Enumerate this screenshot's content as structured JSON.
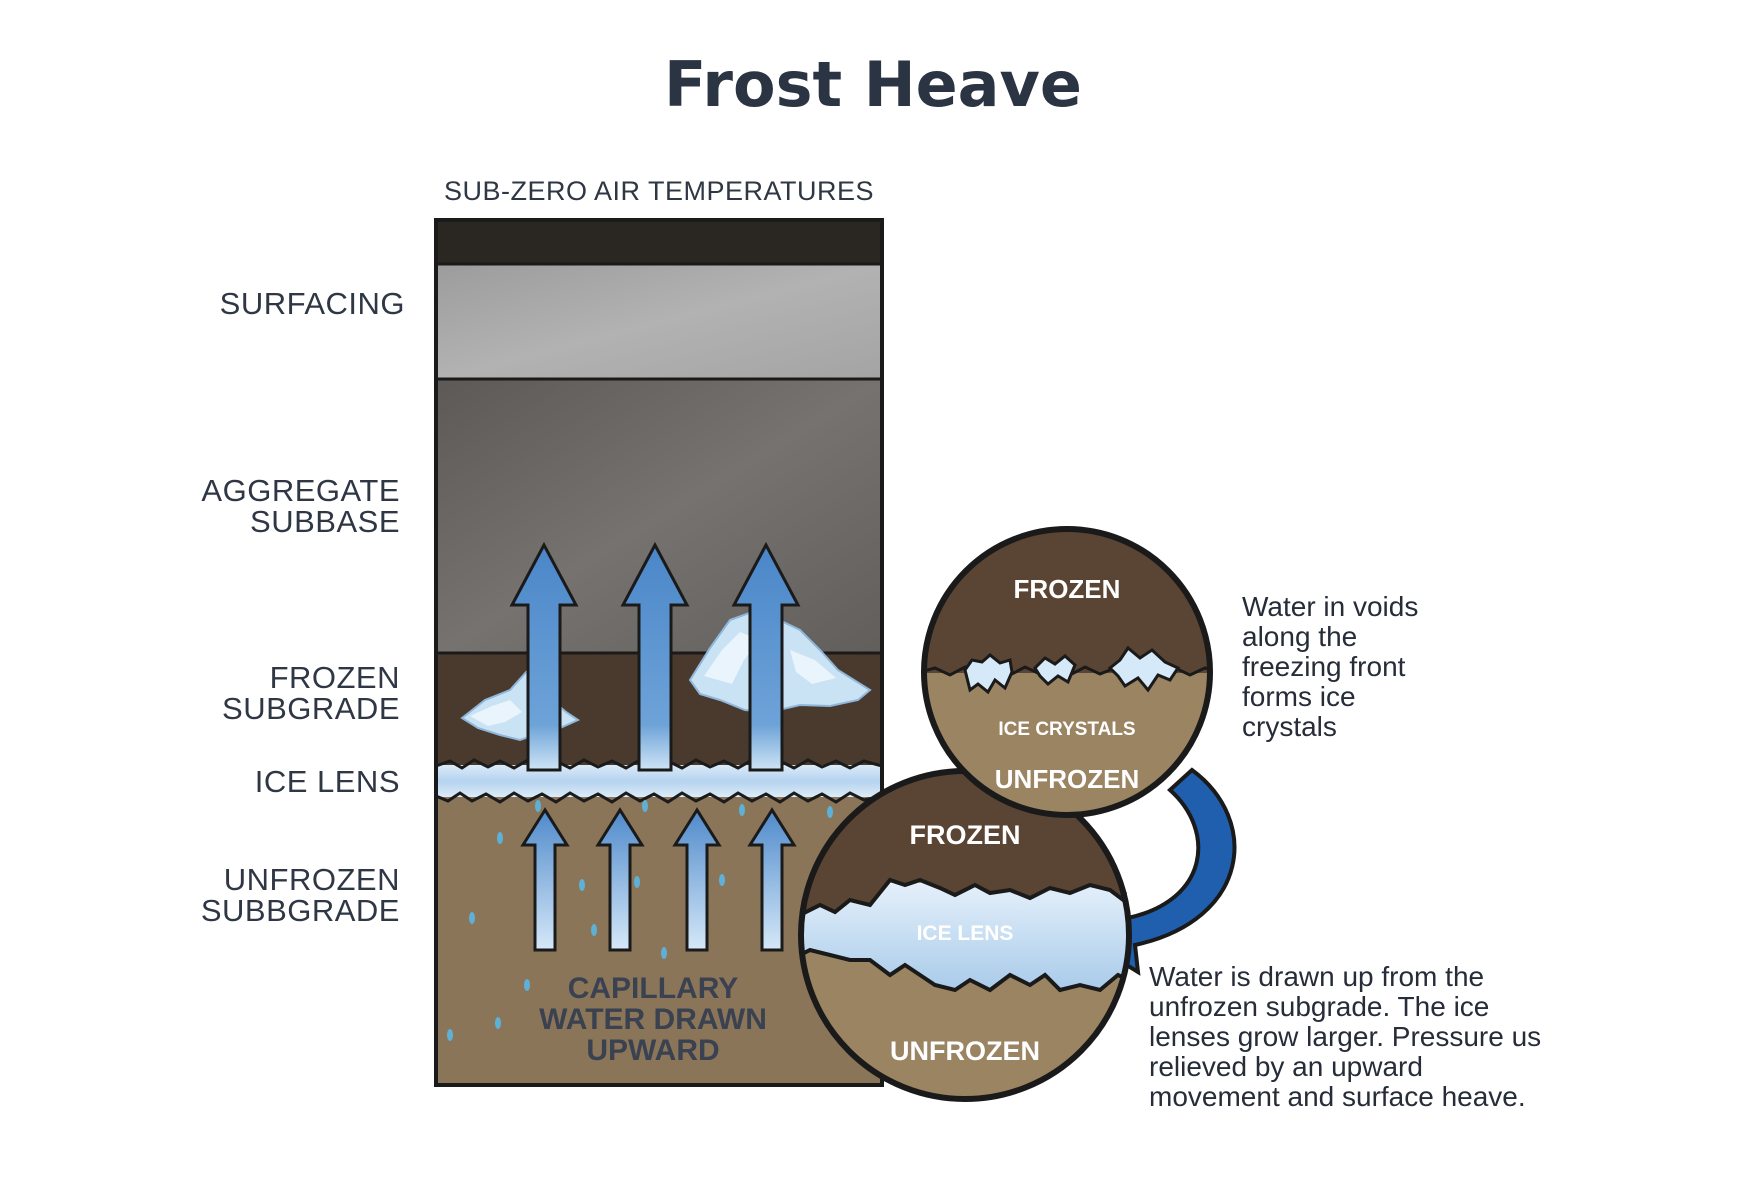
{
  "title": "Frost Heave",
  "top_label": "SUB-ZERO AIR TEMPERATURES",
  "layers": {
    "surfacing": [
      "SURFACING"
    ],
    "aggregate_subbase": [
      "AGGREGATE",
      "SUBBASE"
    ],
    "frozen_subgrade": [
      "FROZEN",
      "SUBGRADE"
    ],
    "ice_lens": [
      "ICE LENS"
    ],
    "unfrozen_subgrade": [
      "UNFROZEN",
      "SUBBGRADE"
    ]
  },
  "capillary_label": [
    "CAPILLARY",
    "WATER DRAWN",
    "UPWARD"
  ],
  "circle_top": {
    "frozen": "FROZEN",
    "ice_crystals": "ICE CRYSTALS",
    "unfrozen": "UNFROZEN"
  },
  "circle_bottom": {
    "frozen": "FROZEN",
    "ice_lens": "ICE LENS",
    "unfrozen": "UNFROZEN"
  },
  "note_top": [
    "Water in voids",
    "along the",
    "freezing front",
    "forms ice",
    "crystals"
  ],
  "note_bottom": [
    "Water is drawn up from the",
    "unfrozen subgrade. The ice",
    "lenses grow larger. Pressure us",
    "relieved by an upward",
    "movement and surface heave."
  ],
  "colors": {
    "title": "#2b3442",
    "dark_cap": "#2a2622",
    "surfacing": "#a9a9a9",
    "aggregate": "#6e6b69",
    "frozen_subgrade": "#4a392d",
    "ice_lens": "#cfe4f6",
    "unfrozen": "#8b7559",
    "arrow_blue": "#4a86c8",
    "arrow_dark_blue": "#1f5fae"
  }
}
